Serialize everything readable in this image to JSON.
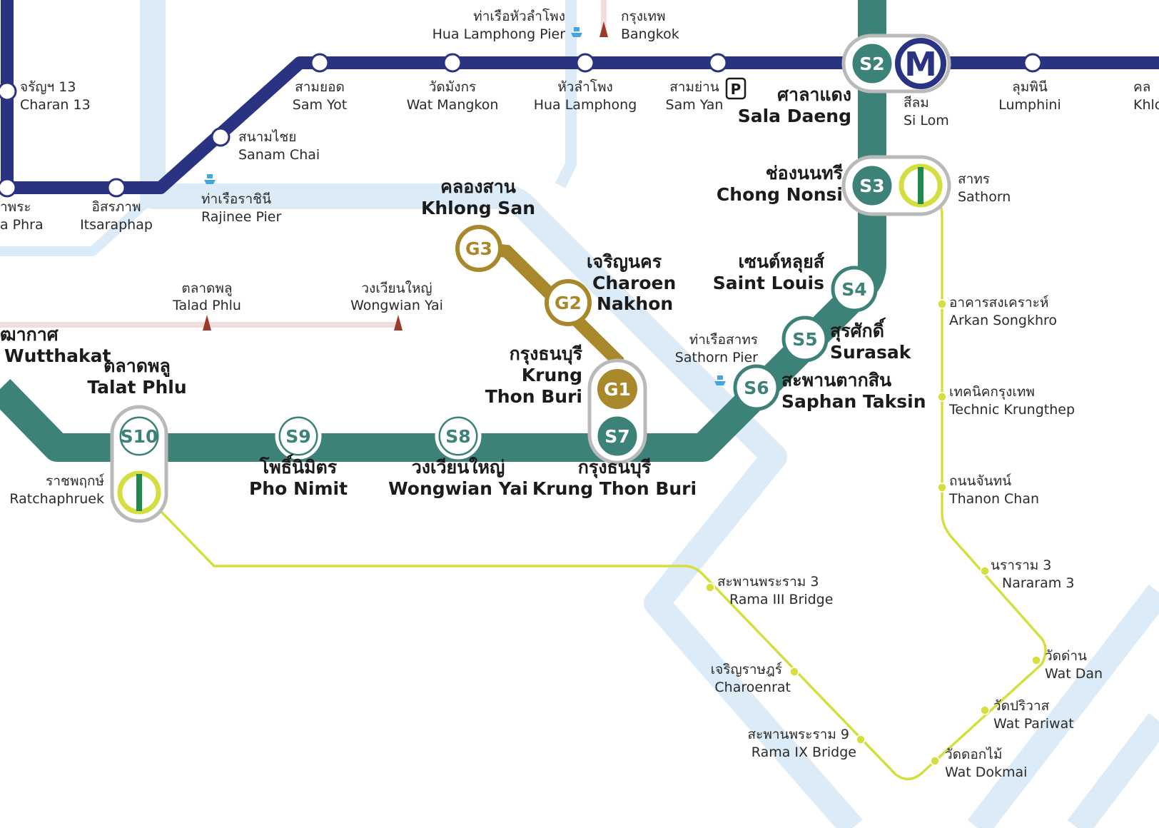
{
  "colors": {
    "river": "#dcebf8",
    "blue_line": "#2a3382",
    "silom_line": "#3d8279",
    "gold_line": "#a8882b",
    "yellow_line": "#d4de3e",
    "srt_line": "#efdedd",
    "pier_icon": "#43a6dd",
    "srt_icon": "#9b3a2b",
    "interchange_ring": "#b9b9b9"
  },
  "silom_line_stations": [
    {
      "code": "S2",
      "thai": "ศาลาแดง",
      "en": "Sala Daeng"
    },
    {
      "code": "S3",
      "thai": "ช่องนนทรี",
      "en": "Chong Nonsi"
    },
    {
      "code": "S4",
      "thai": "เซนต์หลุยส์",
      "en": "Saint Louis"
    },
    {
      "code": "S5",
      "thai": "สุรศักดิ์",
      "en": "Surasak"
    },
    {
      "code": "S6",
      "thai": "สะพานตากสิน",
      "en": "Saphan Taksin"
    },
    {
      "code": "S7",
      "thai": "กรุงธนบุรี",
      "en": "Krung Thon Buri"
    },
    {
      "code": "S8",
      "thai": "วงเวียนใหญ่",
      "en": "Wongwian Yai"
    },
    {
      "code": "S9",
      "thai": "โพธิ์นิมิตร",
      "en": "Pho Nimit"
    },
    {
      "code": "S10",
      "thai": "ตลาดพลู",
      "en": "Talat Phlu"
    }
  ],
  "gold_line_stations": [
    {
      "code": "G1",
      "thai": "กรุงธนบุรี",
      "en_lines": [
        "Krung",
        "Thon Buri"
      ]
    },
    {
      "code": "G2",
      "thai": "เจริญนคร",
      "en_lines": [
        "Charoen",
        "Nakhon"
      ]
    },
    {
      "code": "G3",
      "thai": "คลองสาน",
      "en": "Khlong San"
    }
  ],
  "blue_line_stations": [
    {
      "thai": "จรัญฯ 13",
      "en": "Charan 13"
    },
    {
      "thai": "าพระ",
      "en": "a Phra"
    },
    {
      "thai": "อิสรภาพ",
      "en": "Itsaraphap"
    },
    {
      "thai": "สนามไชย",
      "en": "Sanam Chai"
    },
    {
      "thai": "สามยอด",
      "en": "Sam Yot"
    },
    {
      "thai": "วัดมังกร",
      "en": "Wat Mangkon"
    },
    {
      "thai": "หัวลำโพง",
      "en": "Hua Lamphong"
    },
    {
      "thai": "สามย่าน",
      "en": "Sam Yan"
    },
    {
      "thai": "สีลม",
      "en": "Si Lom"
    },
    {
      "thai": "ลุมพินี",
      "en": "Lumphini"
    },
    {
      "thai": "คล",
      "en": "Khlo"
    }
  ],
  "yellow_line_stations": [
    {
      "thai": "ราชพฤกษ์",
      "en": "Ratchaphruek"
    },
    {
      "thai": "สาทร",
      "en": "Sathorn"
    },
    {
      "thai": "อาคารสงเคราะห์",
      "en": "Arkan Songkhro"
    },
    {
      "thai": "เทคนิคกรุงเทพ",
      "en": "Technic Krungthep"
    },
    {
      "thai": "ถนนจันทน์",
      "en": "Thanon Chan"
    },
    {
      "thai": "นราราม 3",
      "en": "Nararam 3"
    },
    {
      "thai": "วัดด่าน",
      "en": "Wat Dan"
    },
    {
      "thai": "วัดปริวาส",
      "en": "Wat Pariwat"
    },
    {
      "thai": "วัดดอกไม้",
      "en": "Wat Dokmai"
    },
    {
      "thai": "สะพานพระราม 9",
      "en": "Rama IX Bridge"
    },
    {
      "thai": "เจริญราษฎร์",
      "en": "Charoenrat"
    },
    {
      "thai": "สะพานพระราม 3",
      "en": "Rama III Bridge"
    }
  ],
  "srt_stations": [
    {
      "thai": "ตลาดพลู",
      "en": "Talad Phlu"
    },
    {
      "thai": "วงเวียนใหญ่",
      "en": "Wongwian Yai"
    },
    {
      "thai": "กรุงเทพ",
      "en": "Bangkok"
    }
  ],
  "piers": [
    {
      "thai": "ท่าเรือหัวลำโพง",
      "en": "Hua Lamphong Pier"
    },
    {
      "thai": "ท่าเรือราชินี",
      "en": "Rajinee Pier"
    },
    {
      "thai": "ท่าเรือสาทร",
      "en": "Sathorn Pier"
    }
  ],
  "partial_labels": {
    "wutthakat_thai": "ุฒากาศ",
    "wutthakat_en": "Wutthakat"
  },
  "mrt_logo_letter": "M",
  "parking_letter": "P"
}
